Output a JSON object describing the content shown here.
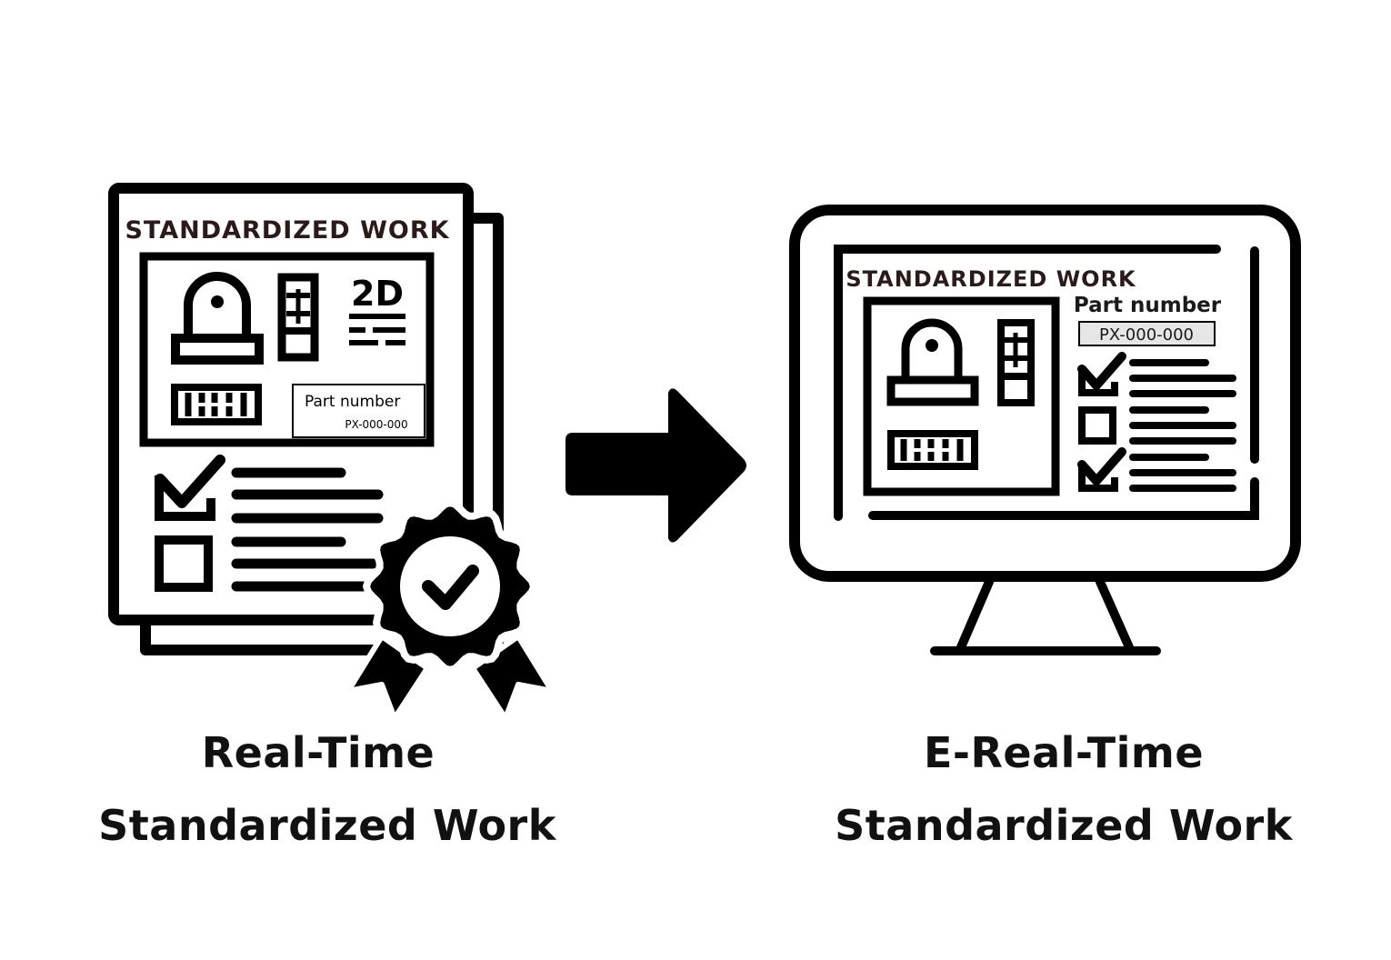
{
  "left_document": {
    "header": "STANDARDIZED WORK",
    "badge_2d": "2D",
    "part_number_label": "Part number",
    "part_number_value": "PX-000-000"
  },
  "right_monitor": {
    "header": "STANDARDIZED WORK",
    "part_number_label": "Part number",
    "part_number_value": "PX-000-000"
  },
  "captions": {
    "left_line1": "Real-Time",
    "left_line2": "Standardized Work",
    "right_line1": "E-Real-Time",
    "right_line2": "Standardized Work"
  },
  "colors": {
    "ink": "#000000",
    "header_text": "#2a1a1a",
    "field_fill": "#e6e6e6"
  }
}
